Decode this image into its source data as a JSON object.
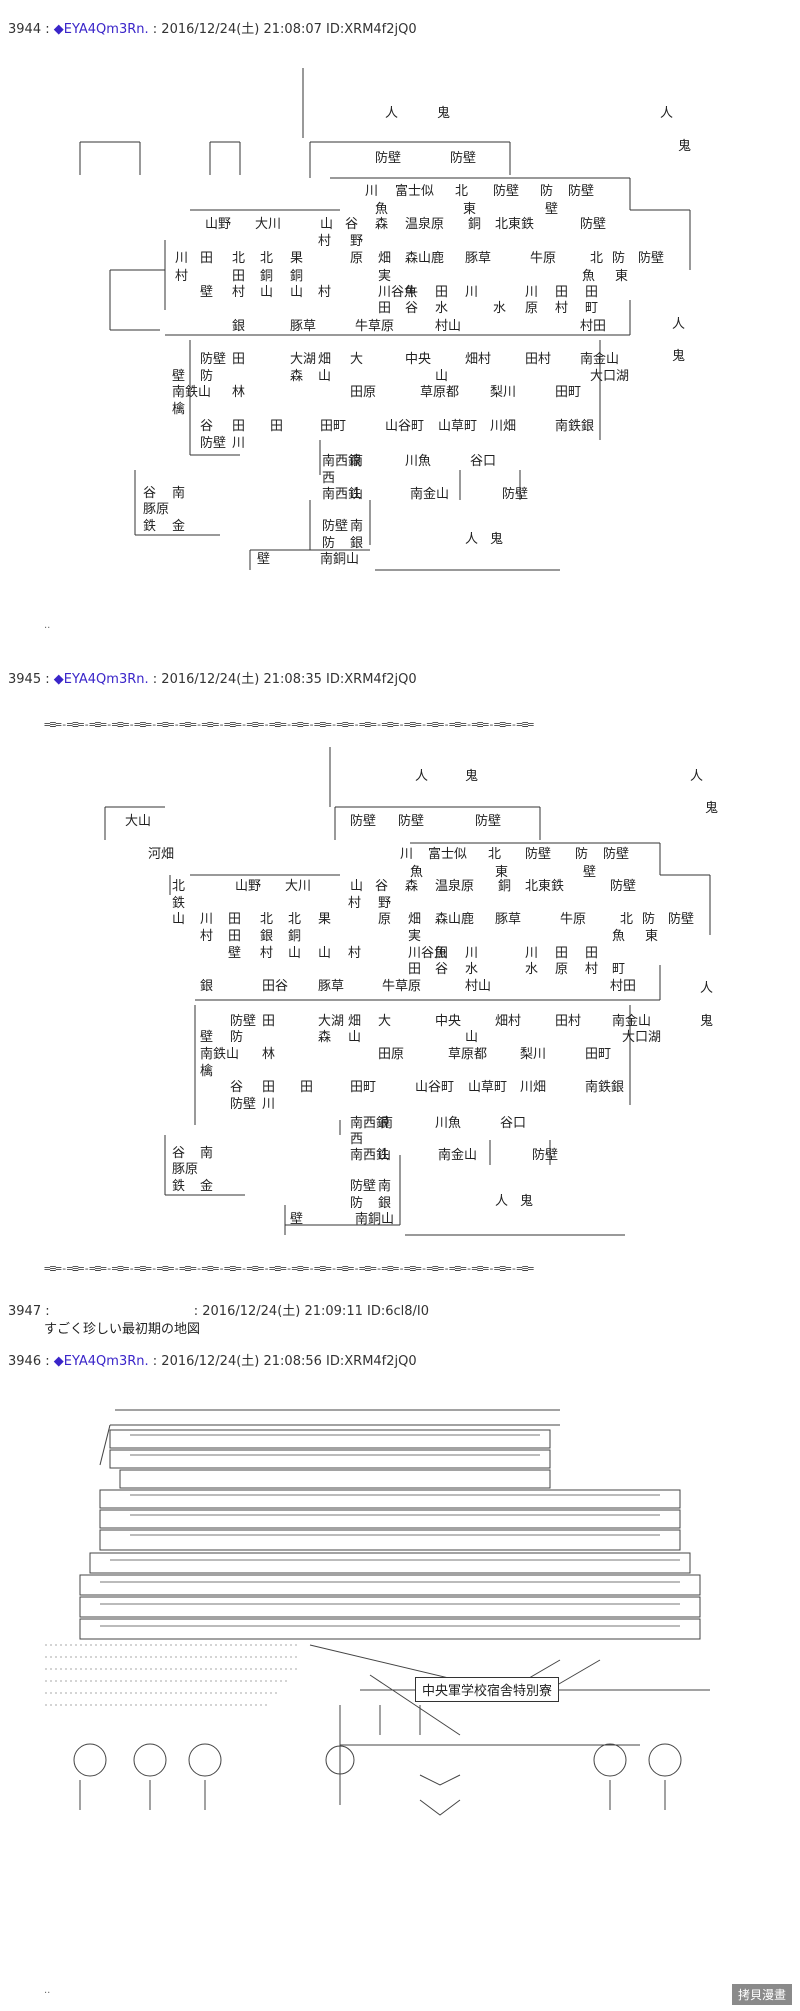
{
  "posts": [
    {
      "number": "3944",
      "name": "EYA4Qm3Rn.",
      "date": "2016/12/24(土) 21:08:07",
      "id": "ID:XRM4f2jQ0"
    },
    {
      "number": "3945",
      "name": "EYA4Qm3Rn.",
      "date": "2016/12/24(土) 21:08:35",
      "id": "ID:XRM4f2jQ0"
    },
    {
      "number": "3947",
      "name": "",
      "date": "2016/12/24(土) 21:09:11",
      "id": "ID:6cl8/I0",
      "body": "すごく珍しい最初期の地図"
    },
    {
      "number": "3946",
      "name": "EYA4Qm3Rn.",
      "date": "2016/12/24(土) 21:08:56",
      "id": "ID:XRM4f2jQ0"
    }
  ],
  "map1": {
    "labels": [
      "人",
      "鬼",
      "人",
      "鬼",
      "人",
      "鬼",
      "人",
      "鬼"
    ],
    "cells": [
      "防壁",
      "防壁",
      "川",
      "富士似",
      "北",
      "防壁",
      "防",
      "防壁",
      "魚",
      "東",
      "壁",
      "山野",
      "大川",
      "山",
      "谷",
      "森",
      "温泉原",
      "銅",
      "北東鉄",
      "防壁",
      "川",
      "田",
      "北",
      "北",
      "果",
      "村",
      "野",
      "原",
      "畑",
      "森山鹿",
      "豚草",
      "牛原",
      "北",
      "防",
      "防壁",
      "村",
      "田",
      "銅",
      "銅",
      "実",
      "魚",
      "東",
      "壁",
      "村",
      "山",
      "山",
      "村",
      "川谷魚",
      "牛",
      "田",
      "川",
      "川",
      "田",
      "田",
      "田",
      "谷",
      "水",
      "水",
      "原",
      "村",
      "町",
      "銀",
      "豚草",
      "牛草原",
      "村山",
      "村田",
      "防壁",
      "田",
      "大湖",
      "畑",
      "大",
      "中央",
      "畑村",
      "田村",
      "南金山",
      "防",
      "森",
      "山",
      "山",
      "大口湖",
      "壁",
      "林",
      "田原",
      "草原都",
      "梨川",
      "田町",
      "南鉄山",
      "檎",
      "谷",
      "田",
      "田",
      "田町",
      "山谷町",
      "山草町",
      "川畑",
      "南鉄銀",
      "防壁",
      "川",
      "谷",
      "南",
      "南西銀",
      "南",
      "川魚",
      "谷口",
      "豚原",
      "西",
      "鉄",
      "金",
      "南西鉄",
      "山",
      "南金山",
      "防壁",
      "防壁",
      "南",
      "防",
      "銀",
      "壁",
      "南銅山",
      "山"
    ]
  },
  "separator": "=≡=-=≡=-=≡=-=≡=-=≡=-=≡=-=≡=-=≡=-=≡=-=≡=-=≡=-=≡=-=≡=-=≡=-=≡=-=≡=-=≡=-=≡=-=≡=-=≡=-=≡=-=≡=",
  "map2": {
    "labels": [
      "人",
      "鬼",
      "人",
      "鬼",
      "人",
      "鬼",
      "人",
      "鬼"
    ],
    "cells": [
      "大山",
      "防壁",
      "防壁",
      "防壁",
      "河畑",
      "川",
      "富士似",
      "北",
      "防壁",
      "防",
      "防壁",
      "魚",
      "東",
      "壁",
      "北",
      "鉄",
      "山野",
      "大川",
      "山",
      "谷",
      "森",
      "温泉原",
      "銅",
      "北東鉄",
      "防壁",
      "山",
      "川",
      "田",
      "北",
      "北",
      "果",
      "村",
      "野",
      "原",
      "畑",
      "森山鹿",
      "豚草",
      "牛原",
      "北",
      "防",
      "防壁",
      "村",
      "田",
      "銀",
      "銅",
      "実",
      "魚",
      "東",
      "壁",
      "村",
      "山",
      "山",
      "村",
      "川谷魚",
      "田",
      "川",
      "川",
      "田",
      "田",
      "田",
      "谷",
      "水",
      "水",
      "原",
      "村",
      "町",
      "銀",
      "田谷",
      "豚草",
      "牛草原",
      "村山",
      "村田",
      "防壁",
      "田",
      "大湖",
      "畑",
      "大",
      "中央",
      "畑村",
      "田村",
      "南金山",
      "防",
      "森",
      "山",
      "山",
      "大口湖",
      "壁",
      "林",
      "田原",
      "草原都",
      "梨川",
      "田町",
      "南鉄山",
      "檎",
      "谷",
      "田",
      "田",
      "田町",
      "山谷町",
      "山草町",
      "川畑",
      "南鉄銀",
      "防壁",
      "川",
      "谷",
      "南",
      "南西銀",
      "南",
      "川魚",
      "谷口",
      "豚原",
      "西",
      "鉄",
      "金",
      "南西鉄",
      "山",
      "南金山",
      "防壁",
      "防壁",
      "南",
      "防",
      "銀",
      "壁",
      "南銅山",
      "山"
    ]
  },
  "art": {
    "sign": "中央軍学校宿舎特別寮",
    "watermark": "拷貝漫畫"
  }
}
